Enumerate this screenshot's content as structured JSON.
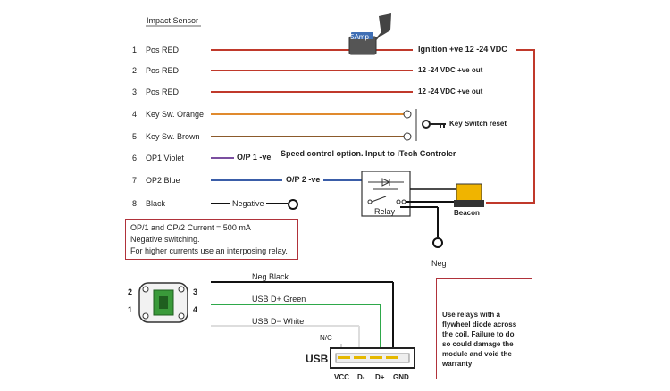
{
  "title": "Impact Sensor",
  "wires": [
    {
      "num": "1",
      "label": "Pos RED",
      "color": "#c0392b"
    },
    {
      "num": "2",
      "label": "Pos RED",
      "color": "#c0392b"
    },
    {
      "num": "3",
      "label": "Pos RED",
      "color": "#c0392b"
    },
    {
      "num": "4",
      "label": "Key Sw. Orange",
      "color": "#d9822b"
    },
    {
      "num": "5",
      "label": "Key Sw. Brown",
      "color": "#8b5a2b"
    },
    {
      "num": "6",
      "label": "OP1 Violet",
      "color": "#7b4fa0"
    },
    {
      "num": "7",
      "label": "OP2 Blue",
      "color": "#3a5da8"
    },
    {
      "num": "8",
      "label": "Black",
      "color": "#111111"
    }
  ],
  "fuse_label": "5Amp",
  "right_labels": {
    "ignition": "Ignition +ve 12 -24 VDC",
    "out2": "12 -24 VDC +ve out",
    "out3": "12 -24 VDC +ve out",
    "key_reset": "Key Switch reset",
    "op1_neg": "O/P 1 -ve",
    "speed": "Speed control option. Input to iTech Controler",
    "op2_neg": "O/P 2 -ve",
    "negative": "Negative",
    "relay": "Relay",
    "beacon": "Beacon",
    "neg": "Neg"
  },
  "note_box": {
    "line1": "OP/1 and OP/2 Current = 500 mA",
    "line2": "Negative switching.",
    "line3": "For higher currents use an interposing relay."
  },
  "connector_pins": [
    "2",
    "1",
    "3",
    "4"
  ],
  "usb_wires": {
    "neg_black": "Neg Black",
    "green": "USB D+ Green",
    "white": "USB D− White",
    "nc": "N/C",
    "usb": "USB",
    "pins": [
      "VCC",
      "D-",
      "D+",
      "GND"
    ]
  },
  "warning": {
    "line1": "Use relays with a",
    "line2": "flywheel diode across",
    "line3": "the coil. Failure to do",
    "line4": "so could damage the",
    "line5": "module and void the",
    "line6": "warranty"
  }
}
